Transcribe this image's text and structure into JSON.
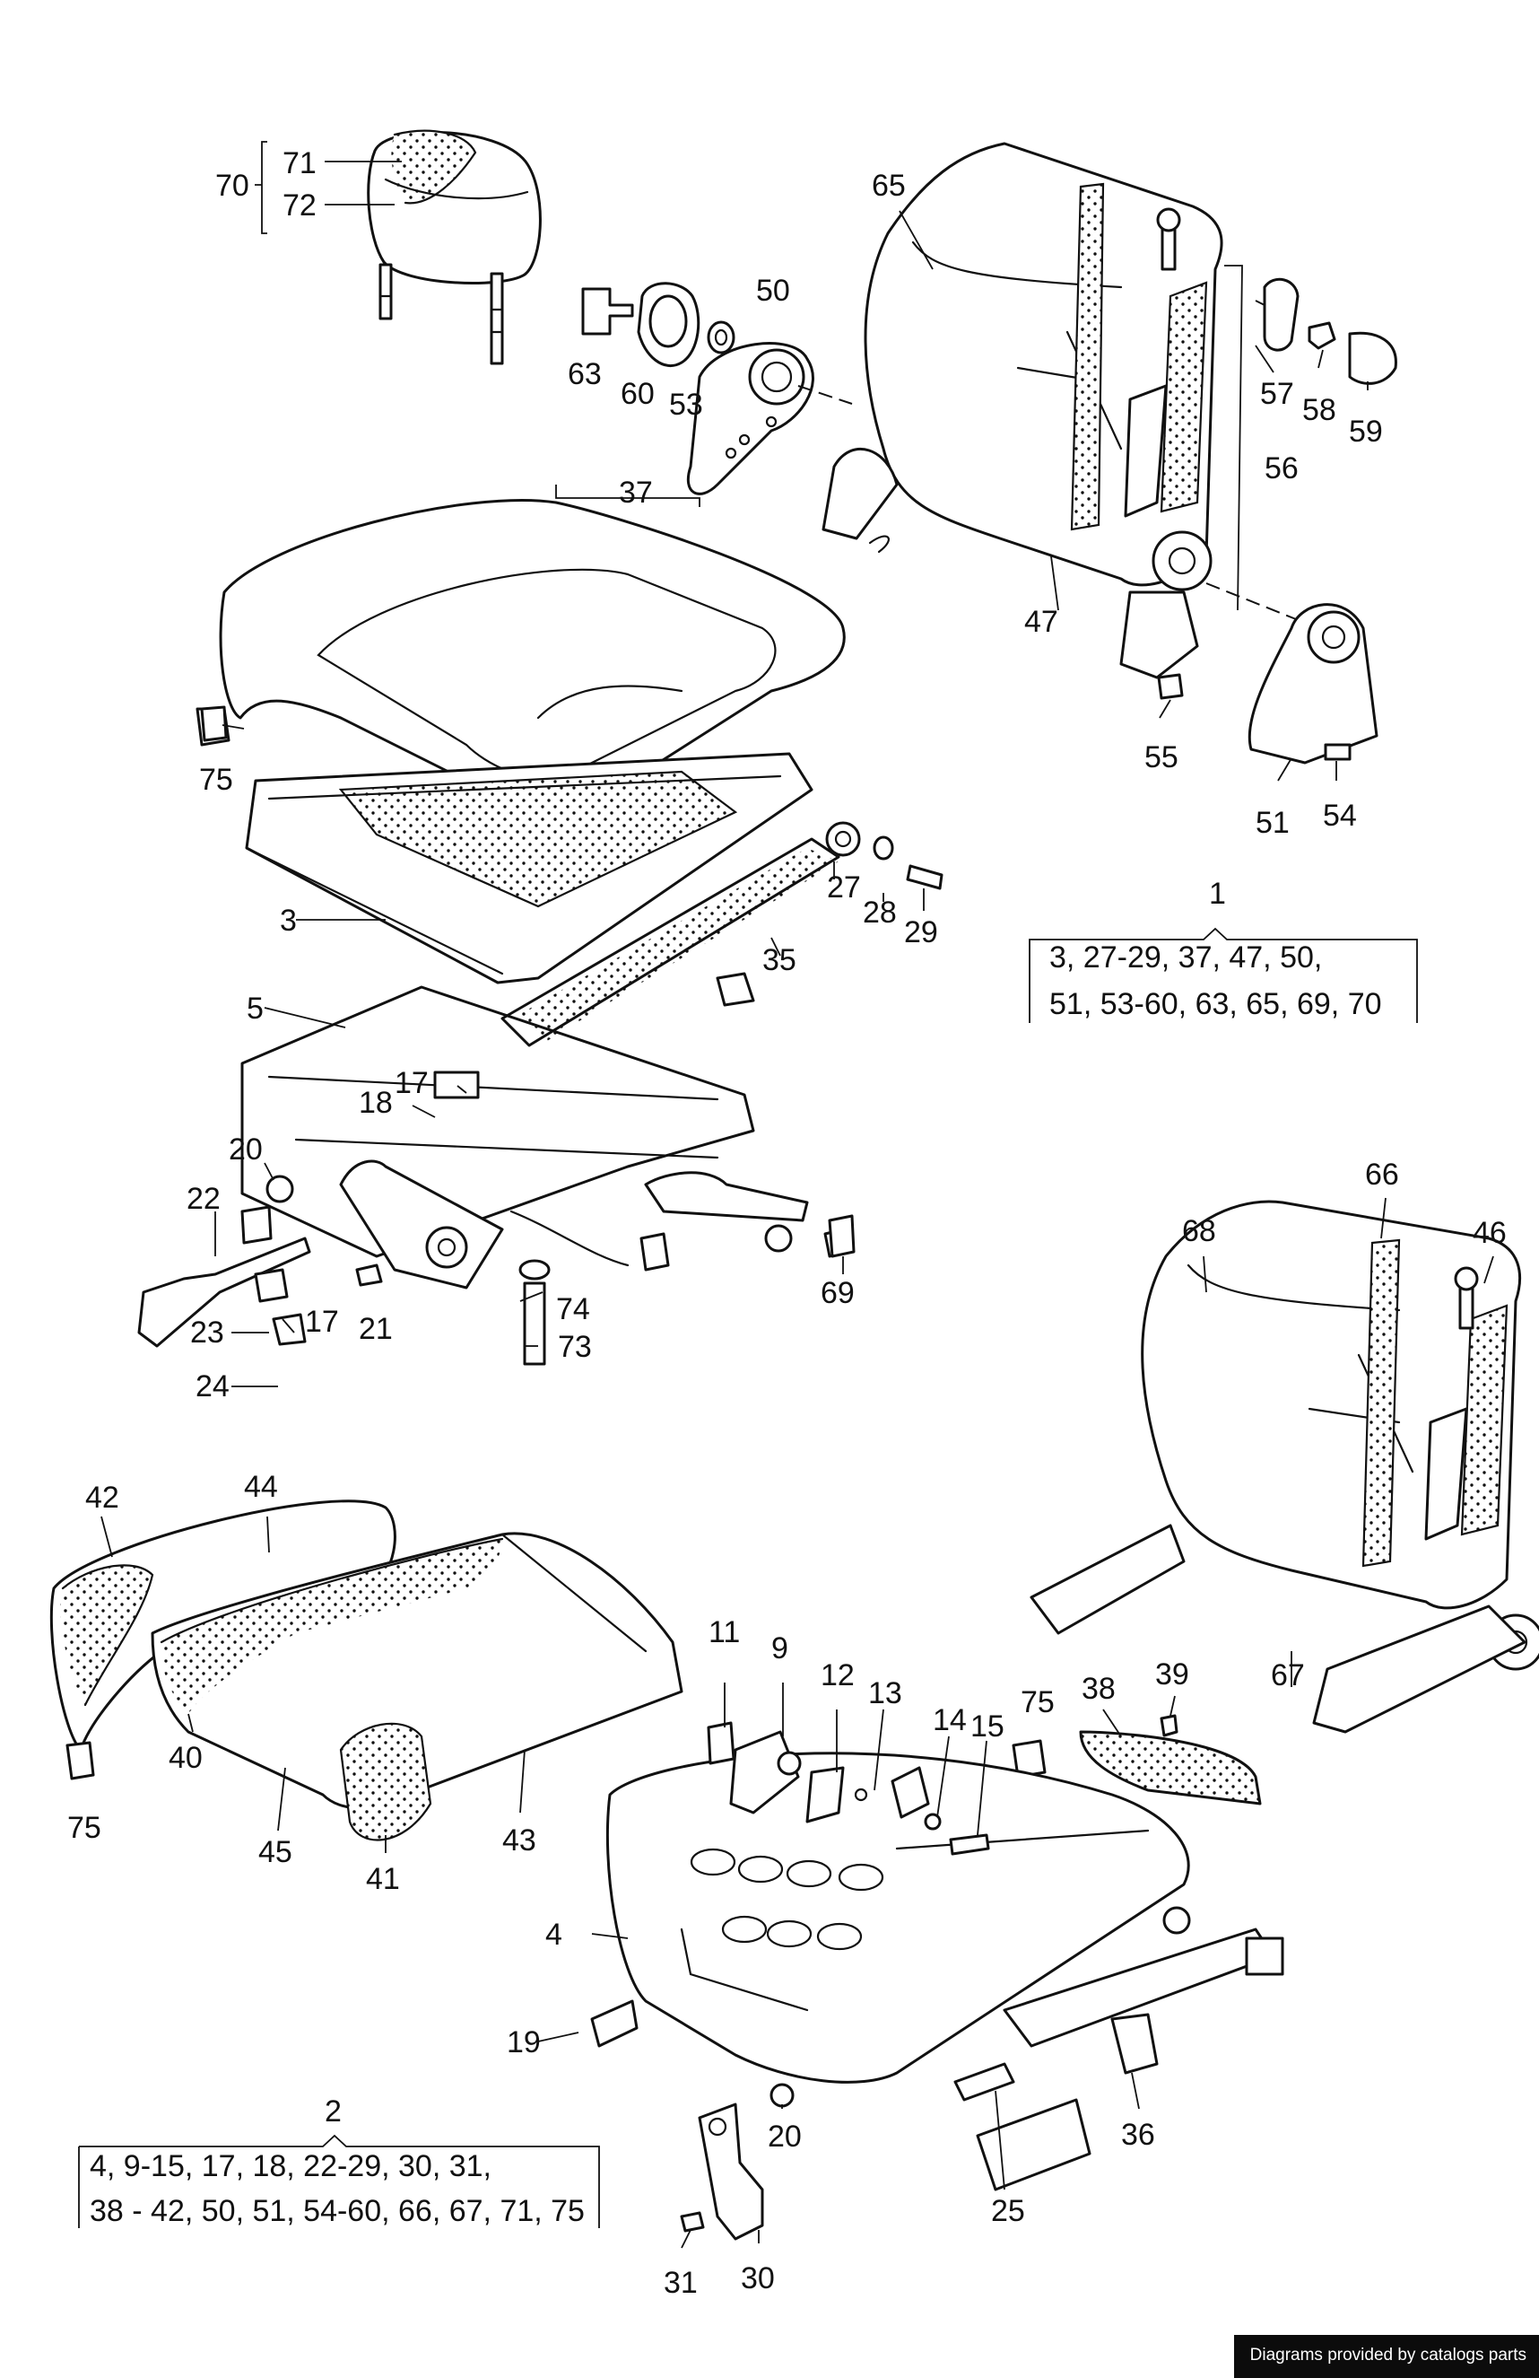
{
  "callouts": [
    "1",
    "2",
    "3",
    "4",
    "5",
    "9",
    "11",
    "12",
    "13",
    "14",
    "15",
    "17",
    "17",
    "18",
    "19",
    "20",
    "20",
    "21",
    "22",
    "23",
    "24",
    "25",
    "27",
    "28",
    "29",
    "30",
    "31",
    "35",
    "36",
    "37",
    "38",
    "39",
    "40",
    "41",
    "42",
    "43",
    "44",
    "45",
    "46",
    "47",
    "50",
    "51",
    "53",
    "54",
    "55",
    "56",
    "57",
    "58",
    "59",
    "60",
    "63",
    "65",
    "66",
    "67",
    "68",
    "69",
    "70",
    "71",
    "72",
    "73",
    "74",
    "75",
    "75",
    "75"
  ],
  "groups": {
    "kit_1": {
      "number": "1",
      "line1": "3, 27-29, 37, 47, 50,",
      "line2": "51, 53-60, 63, 65, 69, 70"
    },
    "kit_2": {
      "number": "2",
      "line1": "4,  9-15, 17, 18, 22-29,  30, 31,",
      "line2": "38 - 42, 50, 51, 54-60, 66, 67, 71, 75"
    },
    "kit_70": {
      "number": "70"
    }
  },
  "credit": "Diagrams provided by catalogs parts"
}
